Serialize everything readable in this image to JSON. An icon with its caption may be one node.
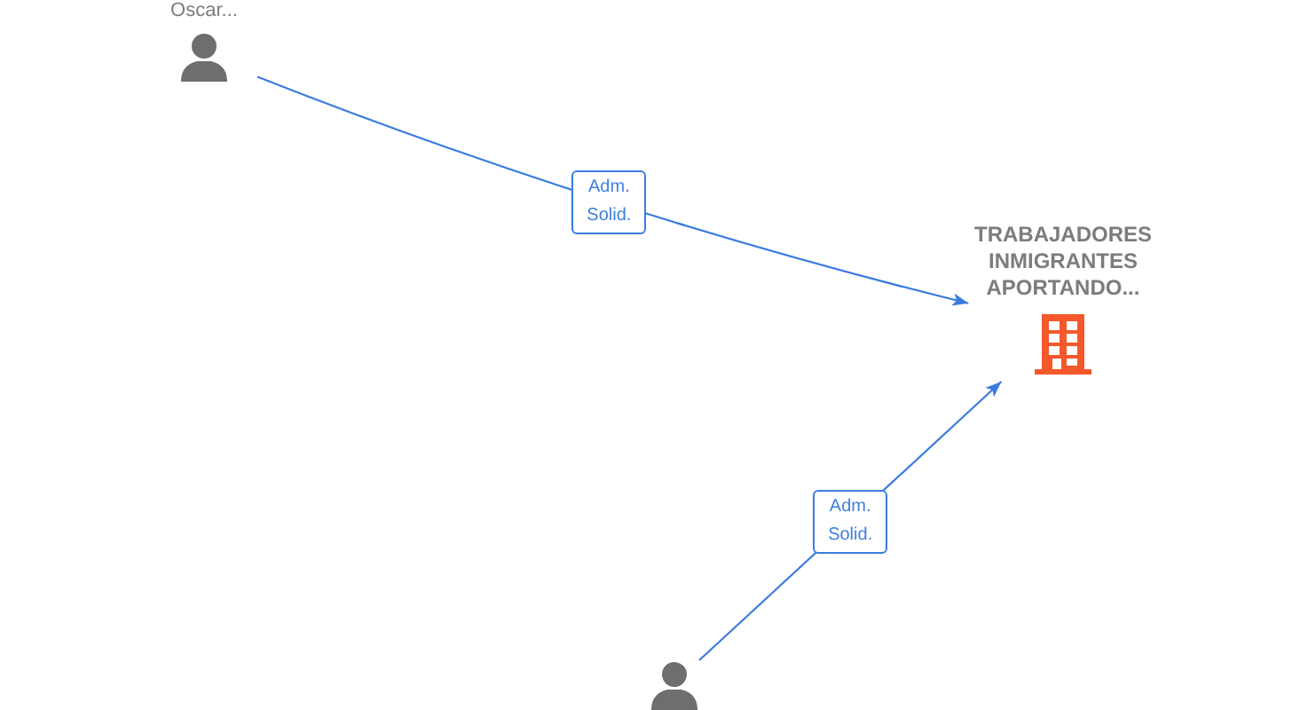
{
  "diagram": {
    "nodes": [
      {
        "text": [
          "Oscar..."
        ]
      },
      {
        "text": [
          "TRABAJADORES INMIGRANTES APORTANDO..."
        ]
      },
      {
        "text": [],
        "shape": "person"
      }
    ],
    "edges": [
      {
        "from": 0,
        "to": 1,
        "arrow": "to",
        "label": "Adm. Solid."
      },
      {
        "from": 2,
        "to": 1,
        "arrow": "to",
        "label": "Adm. Solid."
      }
    ]
  }
}
